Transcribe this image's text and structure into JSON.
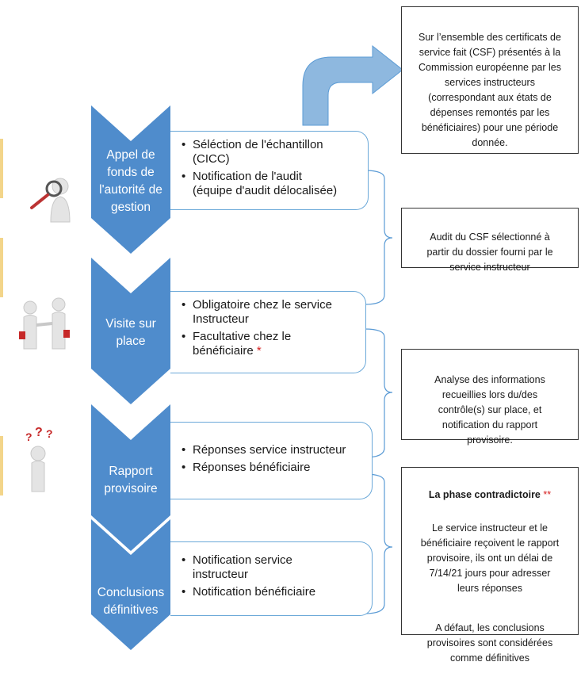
{
  "colors": {
    "chevron": "#4f8ccc",
    "chevron_dark": "#3f79b9",
    "curved_arrow": "#8eb8df",
    "bracket": "#5b9bd5",
    "star": "#d62020"
  },
  "steps": [
    {
      "label": "Appel de\nfonds de\nl'autorité de\ngestion",
      "icon": "magnifier-person-icon",
      "bullets": [
        "Séléction de l'échantillon\n(CICC)",
        "Notification de l'audit\n(équipe d'audit délocalisée)"
      ]
    },
    {
      "label": "Visite sur\nplace",
      "icon": "handshake-icon",
      "bullets": [
        "Obligatoire chez le service\nInstructeur",
        "Facultative chez le\nbénéficiaire"
      ],
      "bullet_star": "*"
    },
    {
      "label": "Rapport\nprovisoire",
      "icon": "question-person-icon",
      "bullets": [
        "Réponses service instructeur",
        "Réponses bénéficiaire"
      ]
    },
    {
      "label": "Conclusions\ndéfinitives",
      "icon": "",
      "bullets": [
        "Notification service\ninstructeur",
        "Notification bénéficiaire"
      ]
    }
  ],
  "notes": {
    "top": "Sur l’ensemble des certificats de\nservice fait (CSF) présentés à la\nCommission européenne par les\nservices instructeurs\n(correspondant aux états de\ndépenses remontés par les\nbénéficiaires) pour une période\ndonnée.",
    "audit": "Audit du CSF sélectionné à\npartir du dossier fourni par le\nservice instructeur",
    "analyse": "Analyse des informations\nrecueillies lors du/des\ncontrôle(s) sur place, et\nnotification du rapport\nprovisoire.",
    "phase_title": "La phase contradictoire",
    "phase_title_star": "**",
    "phase_body": "Le service instructeur et le\nbénéficiaire reçoivent le rapport\nprovisoire, ils ont un délai de\n7/14/21  jours pour adresser\nleurs réponses",
    "phase_default": "A défaut, les conclusions\nprovisoires sont considérées\ncomme définitives"
  }
}
